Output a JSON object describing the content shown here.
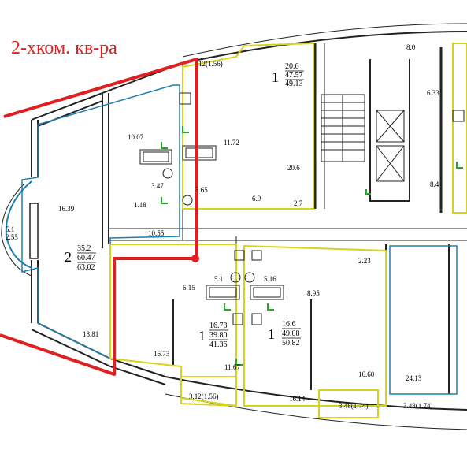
{
  "title": "2-хком. кв-ра",
  "colors": {
    "red": "#e02020",
    "yellow": "#d8d21a",
    "blue": "#1f7fb0",
    "green": "#22aa22",
    "wall": "#222222"
  },
  "apartments": [
    {
      "id": "left",
      "rooms": "2",
      "area1": "35.2",
      "area2": "60.47",
      "area3": "63.02"
    },
    {
      "id": "top",
      "rooms": "1",
      "area1": "20.6",
      "area2": "47.57",
      "area3": "49.13"
    },
    {
      "id": "bottom-left",
      "rooms": "1",
      "area1": "16.73",
      "area2": "39.80",
      "area3": "41.36"
    },
    {
      "id": "bottom-right",
      "rooms": "1",
      "area1": "16.6",
      "area2": "49.08",
      "area3": "50.82"
    }
  ],
  "room_labels": {
    "r_12_156_top": "12(1.56)",
    "r_8_0": "8.0",
    "r_6_33": "6.33",
    "r_10_07": "10.07",
    "r_11_72": "11.72",
    "r_20_6": "20.6",
    "r_3_47": "3.47",
    "r_3_65": "3.65",
    "r_1_18": "1.18",
    "r_6_9": "6.9",
    "r_2_7": "2.7",
    "r_8_4": "8.4",
    "r_16_39": "16.39",
    "r_5_1_left": "5.1",
    "r_2_55": "2.55",
    "r_10_55": "10.55",
    "r_2_23": "2.23",
    "r_6_15": "6.15",
    "r_5_1_mid": "5.1",
    "r_5_16": "5.16",
    "r_8_95": "8.95",
    "r_18_81": "18.81",
    "r_16_73": "16.73",
    "r_11_67": "11.67",
    "r_16_60": "16.60",
    "r_24_13": "24.13",
    "r_16_14": "16.14",
    "r_3_12": "3.12(1.56)",
    "r_3_48_a": "3.48(1.74)",
    "r_3_48_b": "3.48(1.74)"
  }
}
